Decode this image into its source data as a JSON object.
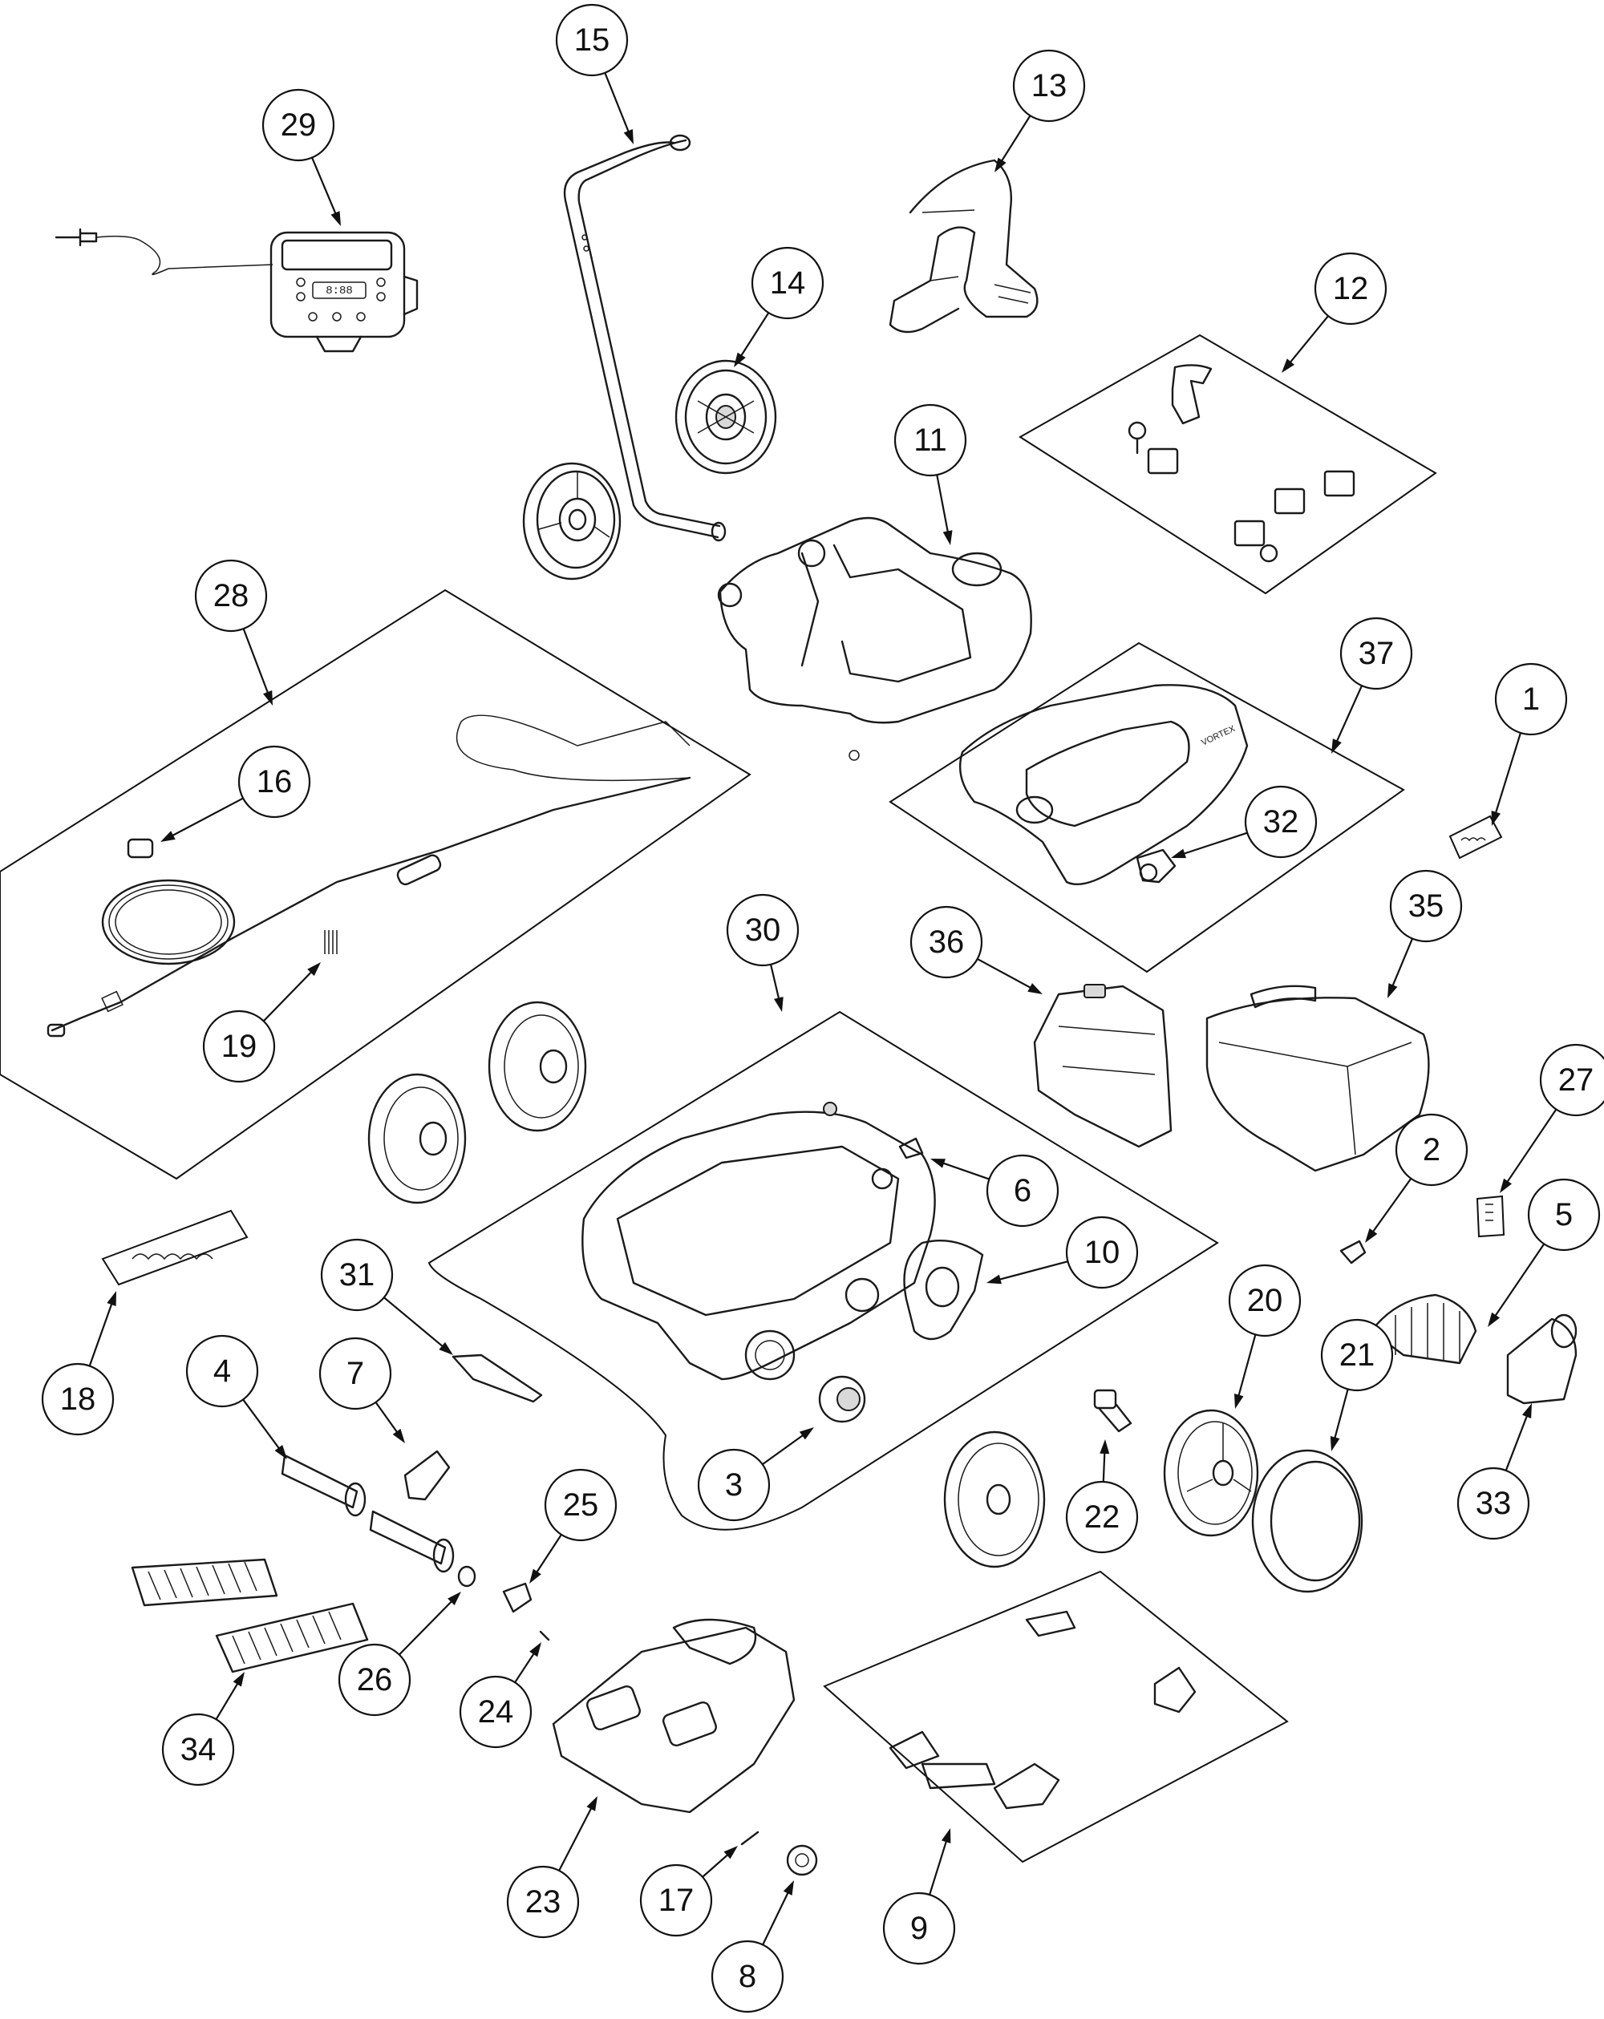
{
  "colors": {
    "line": "#111111",
    "background": "#ffffff"
  },
  "callouts": [
    {
      "id": "c1",
      "label": "1"
    },
    {
      "id": "c2",
      "label": "2"
    },
    {
      "id": "c3",
      "label": "3"
    },
    {
      "id": "c4",
      "label": "4"
    },
    {
      "id": "c5",
      "label": "5"
    },
    {
      "id": "c6",
      "label": "6"
    },
    {
      "id": "c7",
      "label": "7"
    },
    {
      "id": "c8",
      "label": "8"
    },
    {
      "id": "c9",
      "label": "9"
    },
    {
      "id": "c10",
      "label": "10"
    },
    {
      "id": "c11",
      "label": "11"
    },
    {
      "id": "c12",
      "label": "12"
    },
    {
      "id": "c13",
      "label": "13"
    },
    {
      "id": "c14",
      "label": "14"
    },
    {
      "id": "c15",
      "label": "15"
    },
    {
      "id": "c16",
      "label": "16"
    },
    {
      "id": "c17",
      "label": "17"
    },
    {
      "id": "c18",
      "label": "18"
    },
    {
      "id": "c19",
      "label": "19"
    },
    {
      "id": "c20",
      "label": "20"
    },
    {
      "id": "c21",
      "label": "21"
    },
    {
      "id": "c22",
      "label": "22"
    },
    {
      "id": "c23",
      "label": "23"
    },
    {
      "id": "c24",
      "label": "24"
    },
    {
      "id": "c25",
      "label": "25"
    },
    {
      "id": "c26",
      "label": "26"
    },
    {
      "id": "c27",
      "label": "27"
    },
    {
      "id": "c28",
      "label": "28"
    },
    {
      "id": "c29",
      "label": "29"
    },
    {
      "id": "c30",
      "label": "30"
    },
    {
      "id": "c31",
      "label": "31"
    },
    {
      "id": "c32",
      "label": "32"
    },
    {
      "id": "c33",
      "label": "33"
    },
    {
      "id": "c34",
      "label": "34"
    },
    {
      "id": "c35",
      "label": "35"
    },
    {
      "id": "c36",
      "label": "36"
    },
    {
      "id": "c37",
      "label": "37"
    }
  ],
  "lid_brand_text": "VORTEX"
}
